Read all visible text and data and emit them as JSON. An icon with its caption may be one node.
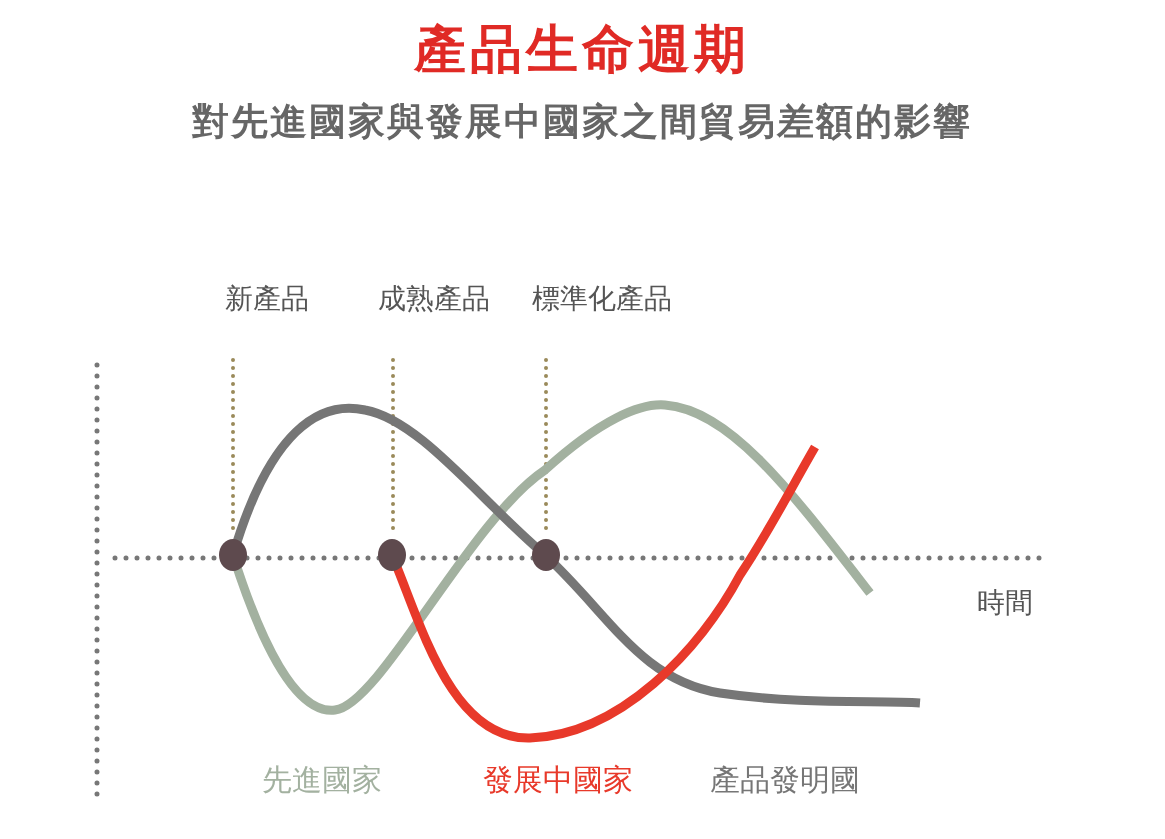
{
  "diagram": {
    "title": "產品生命週期",
    "labels": [
      "對先進國家與發展中國家之間貿易差額的影響",
      "新產品",
      "成熟產品",
      "標準化產品",
      "時間"
    ],
    "legend": [
      {
        "text": "先進國家",
        "color": "#a3b1a0"
      },
      {
        "text": "發展中國家",
        "color": "#e8392a"
      },
      {
        "text": "產品發明國",
        "color": "#767676"
      }
    ]
  }
}
